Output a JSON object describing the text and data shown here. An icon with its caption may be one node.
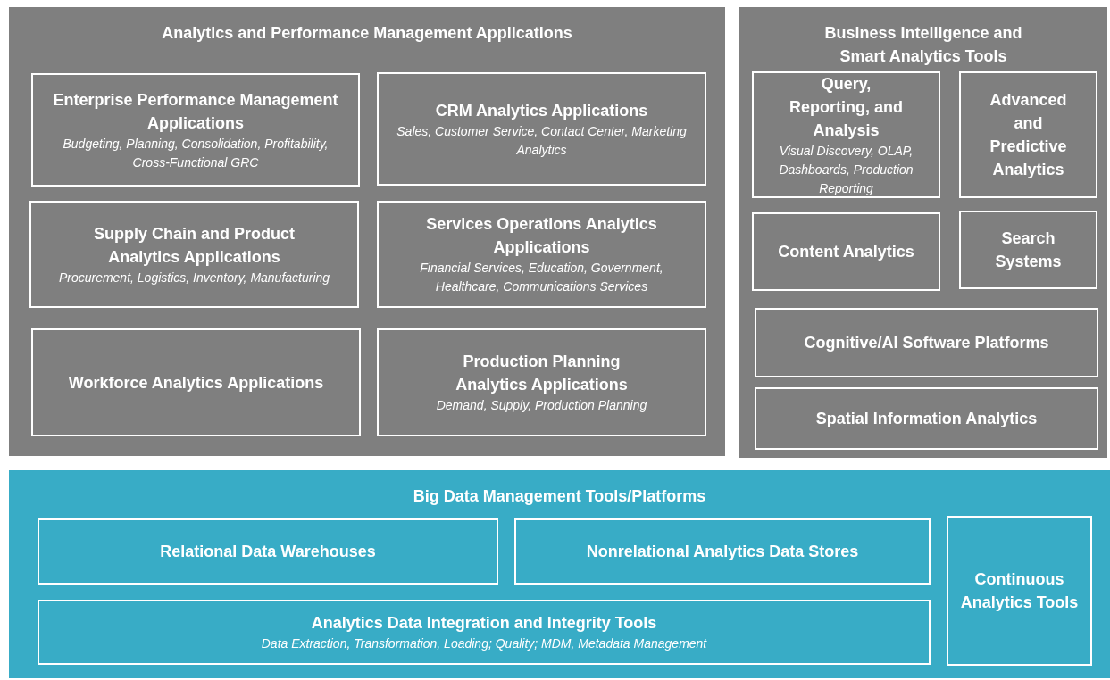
{
  "diagram": {
    "nodes": [
      {
        "text": [
          "Analytics and Performance Management Applications"
        ]
      },
      {
        "text": [
          "Enterprise Performance Management Applications",
          "Budgeting, Planning, Consolidation, Profitability, Cross-Functional GRC"
        ],
        "in": 0
      },
      {
        "text": [
          "CRM Analytics Applications",
          "Sales, Customer Service, Contact Center, Marketing Analytics"
        ],
        "in": 0
      },
      {
        "text": [
          "Supply Chain and Product Analytics Applications",
          "Procurement, Logistics, Inventory, Manufacturing"
        ],
        "in": 0
      },
      {
        "text": [
          "Services Operations Analytics Applications",
          "Financial Services, Education, Government, Healthcare, Communications Services"
        ],
        "in": 0
      },
      {
        "text": [
          "Workforce Analytics Applications"
        ],
        "in": 0
      },
      {
        "text": [
          "Production Planning Analytics Applications",
          "Demand, Supply, Production Planning"
        ],
        "in": 0
      },
      {
        "text": [
          "Business Intelligence and Smart Analytics Tools"
        ]
      },
      {
        "text": [
          "Query, Reporting, and Analysis",
          "Visual Discovery, OLAP, Dashboards, Production Reporting"
        ],
        "in": 7
      },
      {
        "text": [
          "Advanced and Predictive Analytics"
        ],
        "in": 7
      },
      {
        "text": [
          "Content Analytics"
        ],
        "in": 7
      },
      {
        "text": [
          "Search Systems"
        ],
        "in": 7
      },
      {
        "text": [
          "Cognitive/AI Software Platforms"
        ],
        "in": 7
      },
      {
        "text": [
          "Spatial Information Analytics"
        ],
        "in": 7
      },
      {
        "text": [
          "Big Data Management Tools/Platforms"
        ]
      },
      {
        "text": [
          "Relational Data Warehouses"
        ],
        "in": 14
      },
      {
        "text": [
          "Nonrelational Analytics Data Stores"
        ],
        "in": 14
      },
      {
        "text": [
          "Continuous Analytics Tools"
        ],
        "in": 14
      },
      {
        "text": [
          "Analytics Data Integration and Integrity Tools",
          "Data Extraction, Transformation, Loading; Quality; MDM, Metadata Management"
        ],
        "in": 14
      }
    ]
  }
}
